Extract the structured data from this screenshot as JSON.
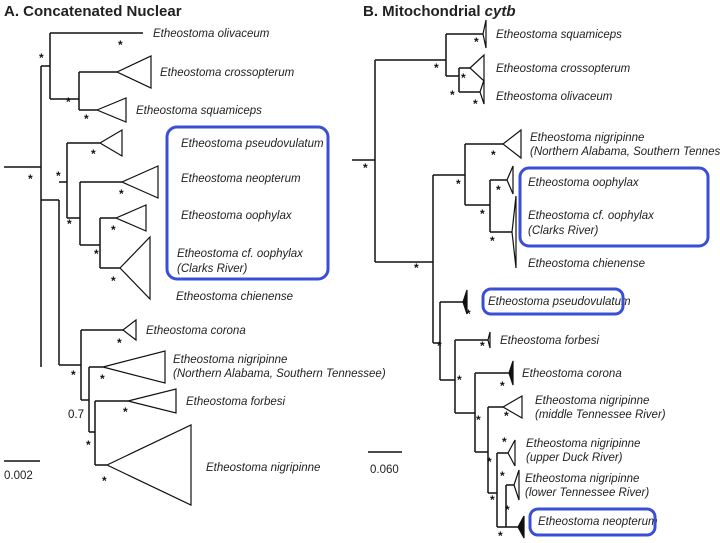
{
  "panels": {
    "a": {
      "title_prefix": "A. ",
      "title": "Concatenated Nuclear",
      "scale_label": "0.002",
      "taxa": {
        "olivaceum": "Etheostoma olivaceum",
        "crossopterum": "Etheostoma crossopterum",
        "squamiceps": "Etheostoma squamiceps",
        "pseudovulatum": "Etheostoma pseudovulatum",
        "neopterum": "Etheostoma neopterum",
        "oophylax": "Etheostoma oophylax",
        "cf_oophylax_1": "Etheostoma  cf. oophylax",
        "cf_oophylax_2": "(Clarks River)",
        "chienense": "Etheostoma chienense",
        "corona": "Etheostoma corona",
        "nig_ala_1": "Etheostoma nigripinne",
        "nig_ala_2": "(Northern Alabama, Southern Tennessee)",
        "forbesi": "Etheostoma forbesi",
        "nigripinne": "Etheostoma nigripinne"
      },
      "support_value": "0.7"
    },
    "b": {
      "title_prefix": "B. ",
      "title_main": "Mitochondrial ",
      "title_gene": "cytb",
      "scale_label": "0.060",
      "taxa": {
        "squamiceps": "Etheostoma squamiceps",
        "crossopterum": "Etheostoma crossopterum",
        "olivaceum": "Etheostoma olivaceum",
        "nig_ala_1": "Etheostoma nigripinne",
        "nig_ala_2": "(Northern Alabama, Southern Tennessee)",
        "oophylax": "Etheostoma oophylax",
        "cf_oophylax_1": "Etheostoma cf. oophylax",
        "cf_oophylax_2": "(Clarks River)",
        "chienense": "Etheostoma chienense",
        "pseudovulatum": "Etheostoma pseudovulatum",
        "forbesi": "Etheostoma forbesi",
        "corona": "Etheostoma corona",
        "nig_mid_1": "Etheostoma nigripinne",
        "nig_mid_2": "(middle Tennessee River)",
        "nig_duck_1": "Etheostoma nigripinne",
        "nig_duck_2": "(upper Duck River)",
        "nig_low_1": "Etheostoma nigripinne",
        "nig_low_2": "(lower Tennessee River)",
        "neopterum": "Etheostoma neopterum"
      }
    },
    "support_mark": "*"
  },
  "colors": {
    "highlight": "#3a4fd6",
    "line": "#111111"
  }
}
